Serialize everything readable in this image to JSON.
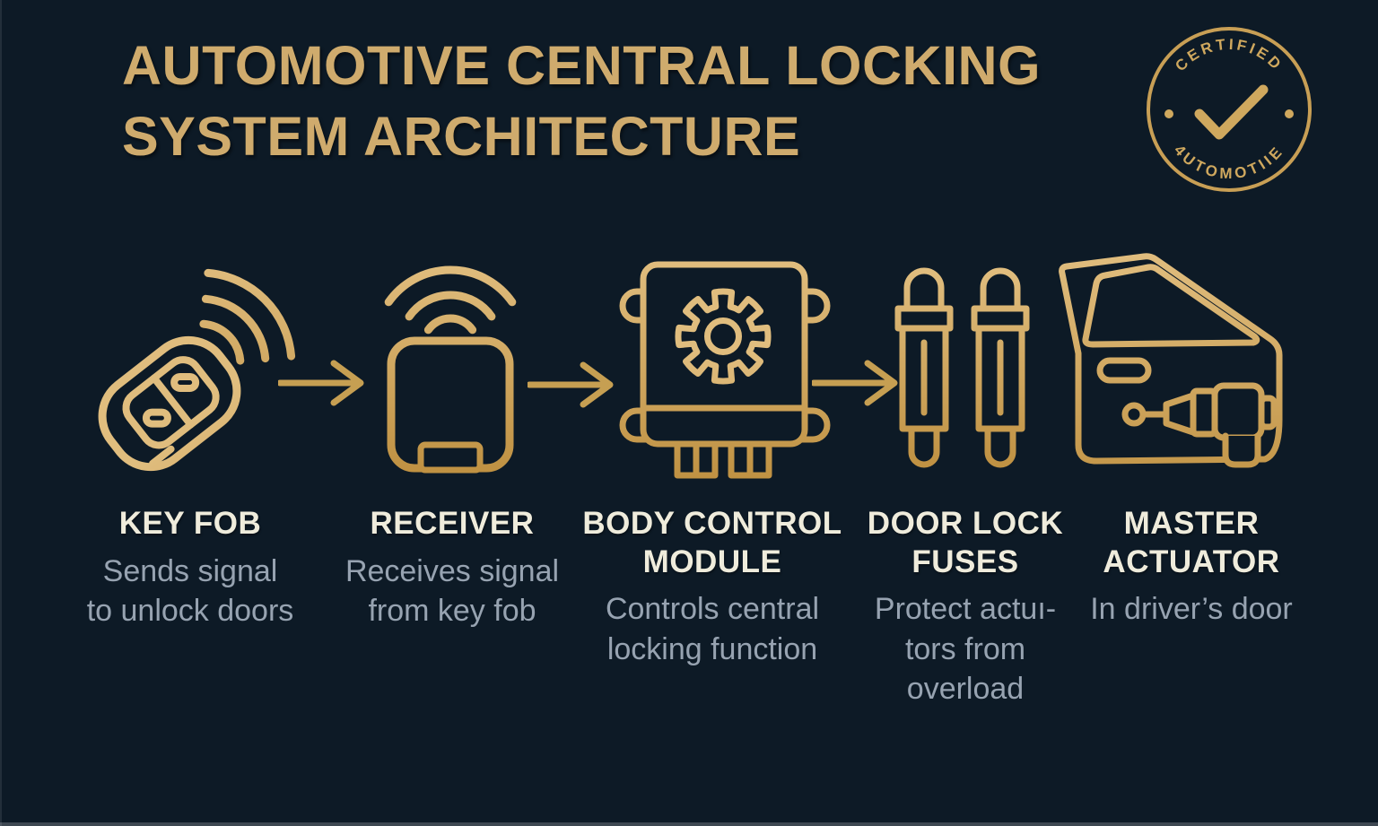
{
  "colors": {
    "background": "#0d1a26",
    "icon_gold_light": "#e0bd7e",
    "icon_gold_deep": "#bf9142",
    "arrow_gold": "#c69f52",
    "title_gold": "#cfab6d",
    "heading_text": "#efecdc",
    "description_text": "#97a3b1",
    "badge_gold": "#c89f55"
  },
  "header": {
    "title": "AUTOMOTIVE CENTRAL LOCKING\nSYSTEM ARCHITECTURE"
  },
  "badge": {
    "top_text": "CERTIFIED",
    "bottom_text": "4UTOMOTIIE",
    "icon": "check-icon"
  },
  "flow": {
    "components": [
      {
        "label": "KEY FOB",
        "description": "Sends signal\nto unlock doors",
        "icon": "key-fob-icon"
      },
      {
        "label": "RECEIVER",
        "description": "Receives signal\nfrom key fob",
        "icon": "receiver-icon"
      },
      {
        "label": "BODY CONTROL\nMODULE",
        "description": "Controls central\nlocking function",
        "icon": "body-control-module-icon"
      },
      {
        "label": "DOOR LOCK\nFUSES",
        "description": "Protect actuı-\ntors from\noverload",
        "icon": "door-lock-fuses-icon"
      },
      {
        "label": "MASTER\nACTUATOR",
        "description": "In driver’s door",
        "icon": "master-actuator-icon"
      }
    ],
    "arrows": {
      "icon": "arrow-right-icon",
      "count": 3
    }
  }
}
